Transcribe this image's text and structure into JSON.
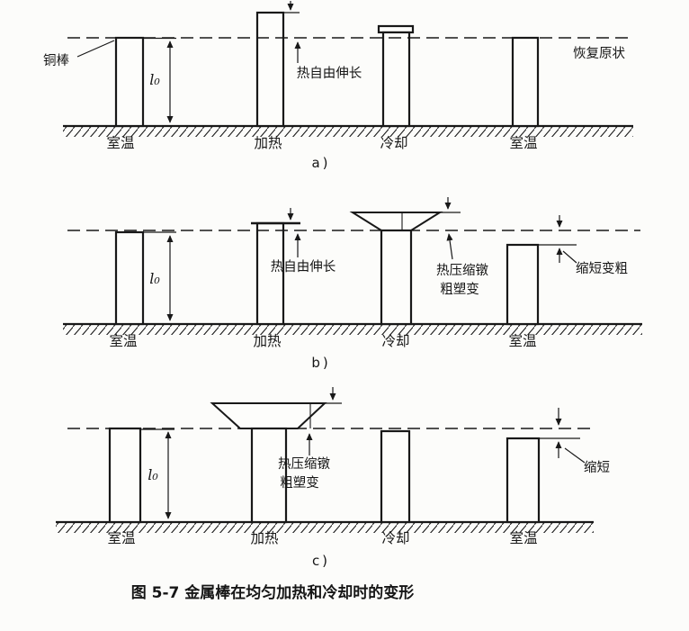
{
  "figure": {
    "caption": "图 5-7  金属棒在均匀加热和冷却时的变形",
    "length_symbol": "l₀",
    "panels": [
      {
        "id": "a",
        "panel_label": "a)",
        "stage_labels": [
          "室温",
          "加热",
          "冷却",
          "室温"
        ],
        "annotations": {
          "rod": "铜棒",
          "free_elongation": "热自由伸长",
          "restore": "恢复原状"
        }
      },
      {
        "id": "b",
        "panel_label": "b)",
        "stage_labels": [
          "室温",
          "加热",
          "冷却",
          "室温"
        ],
        "annotations": {
          "free_elongation": "热自由伸长",
          "upset_line1": "热压缩镦",
          "upset_line2": "粗塑变",
          "shortened": "缩短变粗"
        }
      },
      {
        "id": "c",
        "panel_label": "c)",
        "stage_labels": [
          "室温",
          "加热",
          "冷却",
          "室温"
        ],
        "annotations": {
          "upset_line1": "热压缩镦",
          "upset_line2": "粗塑变",
          "shortened": "缩短"
        }
      }
    ]
  }
}
